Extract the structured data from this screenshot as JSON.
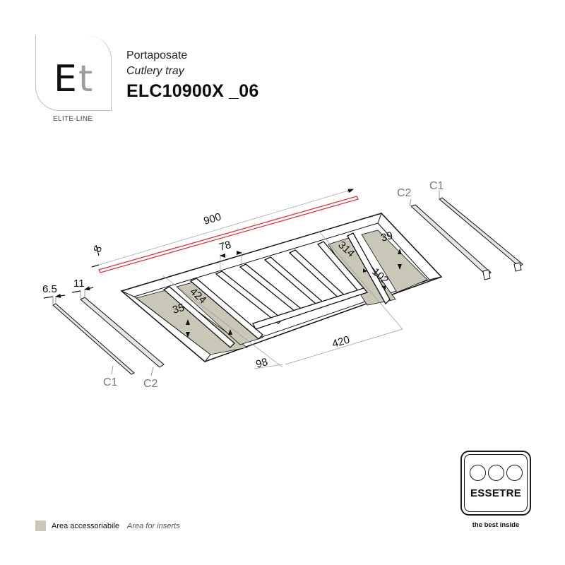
{
  "logo": {
    "letter_primary": "E",
    "letter_secondary": "t",
    "caption": "ELITE-LINE"
  },
  "header": {
    "title_it": "Portaposate",
    "title_en": "Cutlery tray",
    "product_code": "ELC10900X _06"
  },
  "dimensions": {
    "overall_length": "900",
    "edge_thickness": "8",
    "divider_pitch": "78",
    "right_length": "314",
    "right_compartment_width": "102",
    "right_depth": "39",
    "left_length": "424",
    "left_height": "35",
    "bottom_short": "98",
    "bottom_long": "420",
    "rail_c1_width": "6.5",
    "rail_c2_width": "11"
  },
  "parts": {
    "left_c1": "C1",
    "left_c2": "C2",
    "right_c1": "C1",
    "right_c2": "C2"
  },
  "colors": {
    "insert_area": "#c9c8b8",
    "highlight_edge": "#e0323a",
    "line": "#111111"
  },
  "legend": {
    "label_it": "Area accessoriabile",
    "label_en": "Area for inserts"
  },
  "brand": {
    "name": "ESSETRE",
    "tagline": "the best inside"
  }
}
